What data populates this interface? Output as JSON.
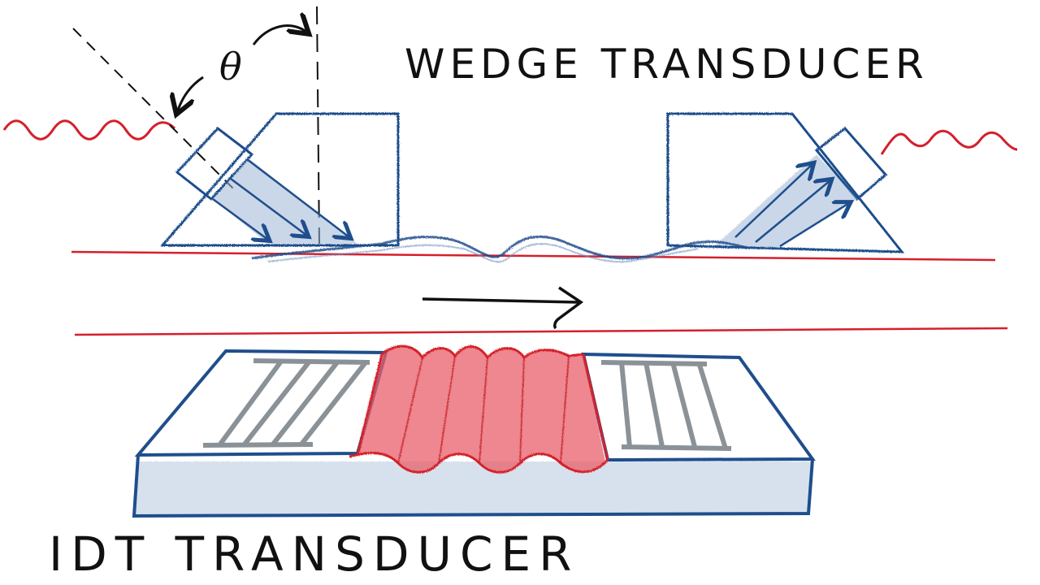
{
  "labels": {
    "wedge_title": "WEDGE TRANSDUCER",
    "idt_title": "IDT TRANSDUCER",
    "angle_symbol": "θ"
  },
  "colors": {
    "outline_blue": "#1f4e8c",
    "wave_red": "#d4202c",
    "shade_blue": "#9fb6d6",
    "electrode_gray": "#8a9298",
    "ink_black": "#111111"
  }
}
